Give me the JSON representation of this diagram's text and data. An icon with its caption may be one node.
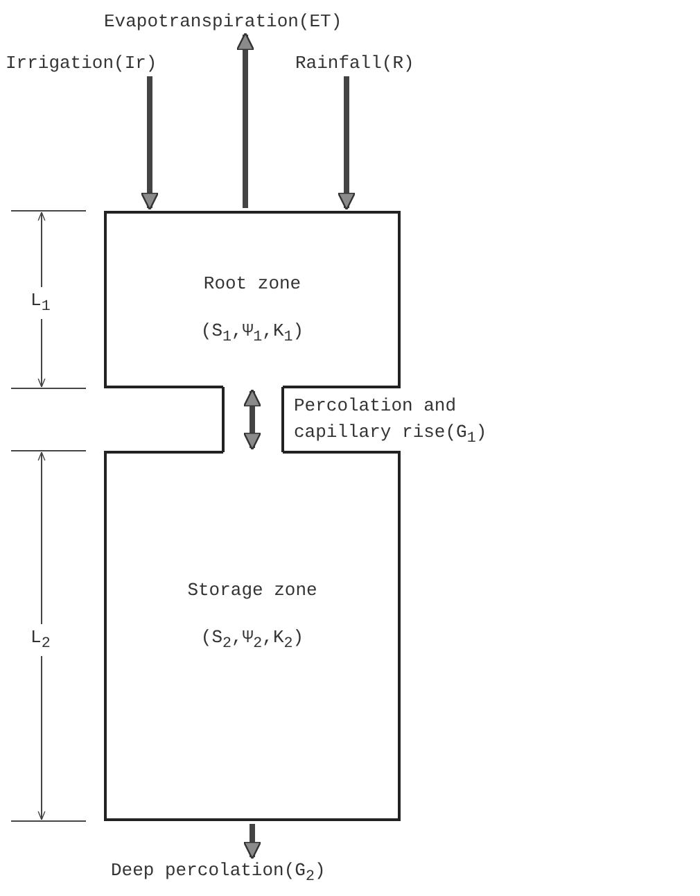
{
  "diagram": {
    "nodes": [
      {
        "text": [
          "Evapotranspiration(ET)"
        ]
      },
      {
        "text": [
          "Irrigation(Ir)"
        ]
      },
      {
        "text": [
          "Rainfall(R)"
        ]
      },
      {
        "text": [
          "Root zone",
          "(S$_{1}$,Ψ$_{1}$,K$_{1}$)"
        ]
      },
      {
        "text": [
          "Storage zone",
          "(S$_{2}$,Ψ$_{2}$,K$_{2}$)"
        ]
      },
      {
        "text": [
          "Deep percolation(G$_{2}$)"
        ]
      }
    ],
    "edges": [
      {
        "from": 1,
        "to": 3,
        "arrow": "to"
      },
      {
        "from": 3,
        "to": 0,
        "arrow": "to"
      },
      {
        "from": 2,
        "to": 3,
        "arrow": "to"
      },
      {
        "from": 3,
        "to": 4,
        "arrow": "both",
        "label": "Percolation and capillary rise(G$_{1}$)"
      },
      {
        "from": 4,
        "to": 5,
        "arrow": "to"
      }
    ],
    "labels": [
      "L$_{1}$",
      "L$_{2}$"
    ]
  }
}
